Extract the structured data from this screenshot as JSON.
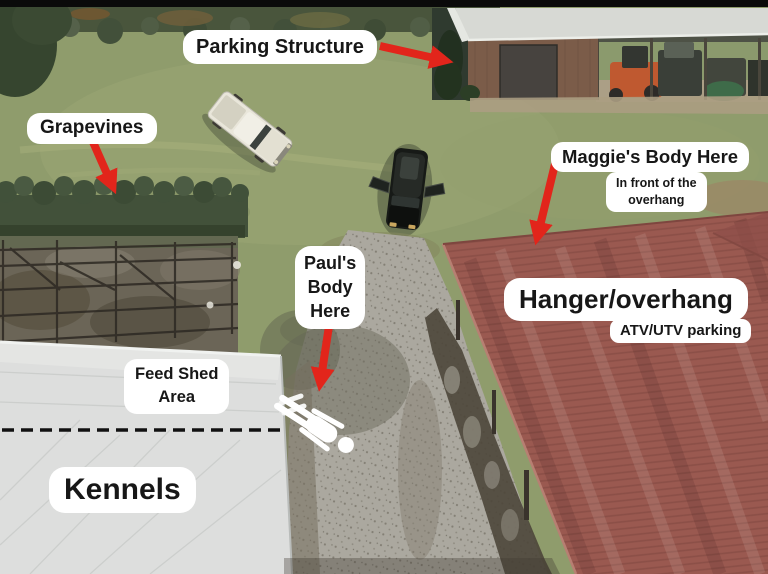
{
  "annotations": {
    "parking_structure": {
      "label": "Parking Structure"
    },
    "grapevines": {
      "label": "Grapevines"
    },
    "maggies_body": {
      "label": "Maggie's Body Here",
      "sublabel_lines": [
        "In front of the",
        "overhang"
      ]
    },
    "pauls_body": {
      "label_lines": [
        "Paul's",
        "Body",
        "Here"
      ]
    },
    "feed_shed": {
      "label_lines": [
        "Feed Shed",
        "Area"
      ]
    },
    "kennels": {
      "label": "Kennels"
    },
    "hangar": {
      "label": "Hanger/overhang",
      "sublabel": "ATV/UTV parking"
    }
  },
  "icons": {
    "victim_marker": "person-lying-icon",
    "pointer": "red-arrow-icon"
  },
  "colors": {
    "annotation_red": "#e2251b",
    "label_background": "#ffffff",
    "label_text": "#171717",
    "grass": "#8f9c6c",
    "hangar_roof_red": "#9a5950",
    "kennels_roof_white": "#dddedd",
    "parking_structure_roof": "#d7d9d4",
    "barn_wood": "#7b5c49",
    "dirt_gravel": "#aba89f",
    "boundary_line": "#111111"
  }
}
